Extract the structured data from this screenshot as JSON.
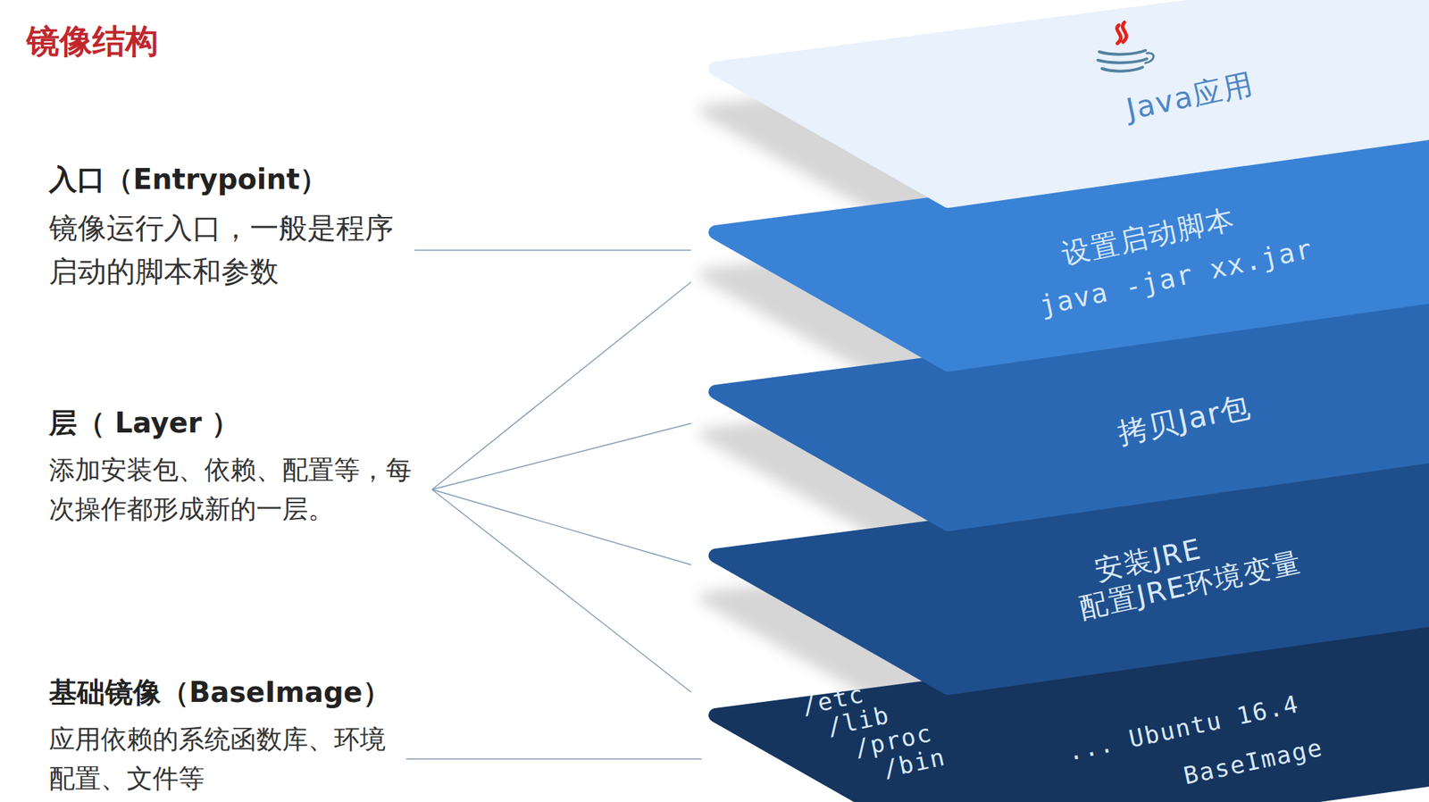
{
  "diagram": {
    "title": "镜像结构",
    "nodes": [
      {
        "text": [
          "入口（Entrypoint）",
          "镜像运行入口，一般是程序启动的脚本和参数"
        ]
      },
      {
        "text": [
          "层（ Layer ）",
          "添加安装包、依赖、配置等，每次操作都形成新的一层。"
        ]
      },
      {
        "text": [
          "基础镜像（BaseImage）",
          "应用依赖的系统函数库、环境配置、文件等"
        ]
      },
      {
        "text": [
          "Java应用"
        ]
      },
      {
        "text": [
          "设置启动脚本",
          "java -jar xx.jar"
        ]
      },
      {
        "text": [
          "拷贝Jar包"
        ]
      },
      {
        "text": [
          "安装JRE",
          "配置JRE环境变量"
        ]
      },
      {
        "text": [
          "/etc",
          "/lib",
          "/proc",
          "/bin",
          "... Ubuntu 16.4",
          "BaseImage"
        ]
      }
    ],
    "edges": [
      {
        "from": 0,
        "to": 4,
        "arrow": "none"
      },
      {
        "from": 1,
        "to": 4,
        "arrow": "none"
      },
      {
        "from": 1,
        "to": 5,
        "arrow": "none"
      },
      {
        "from": 1,
        "to": 6,
        "arrow": "none"
      },
      {
        "from": 1,
        "to": 7,
        "arrow": "none"
      },
      {
        "from": 2,
        "to": 7,
        "arrow": "none"
      }
    ]
  }
}
